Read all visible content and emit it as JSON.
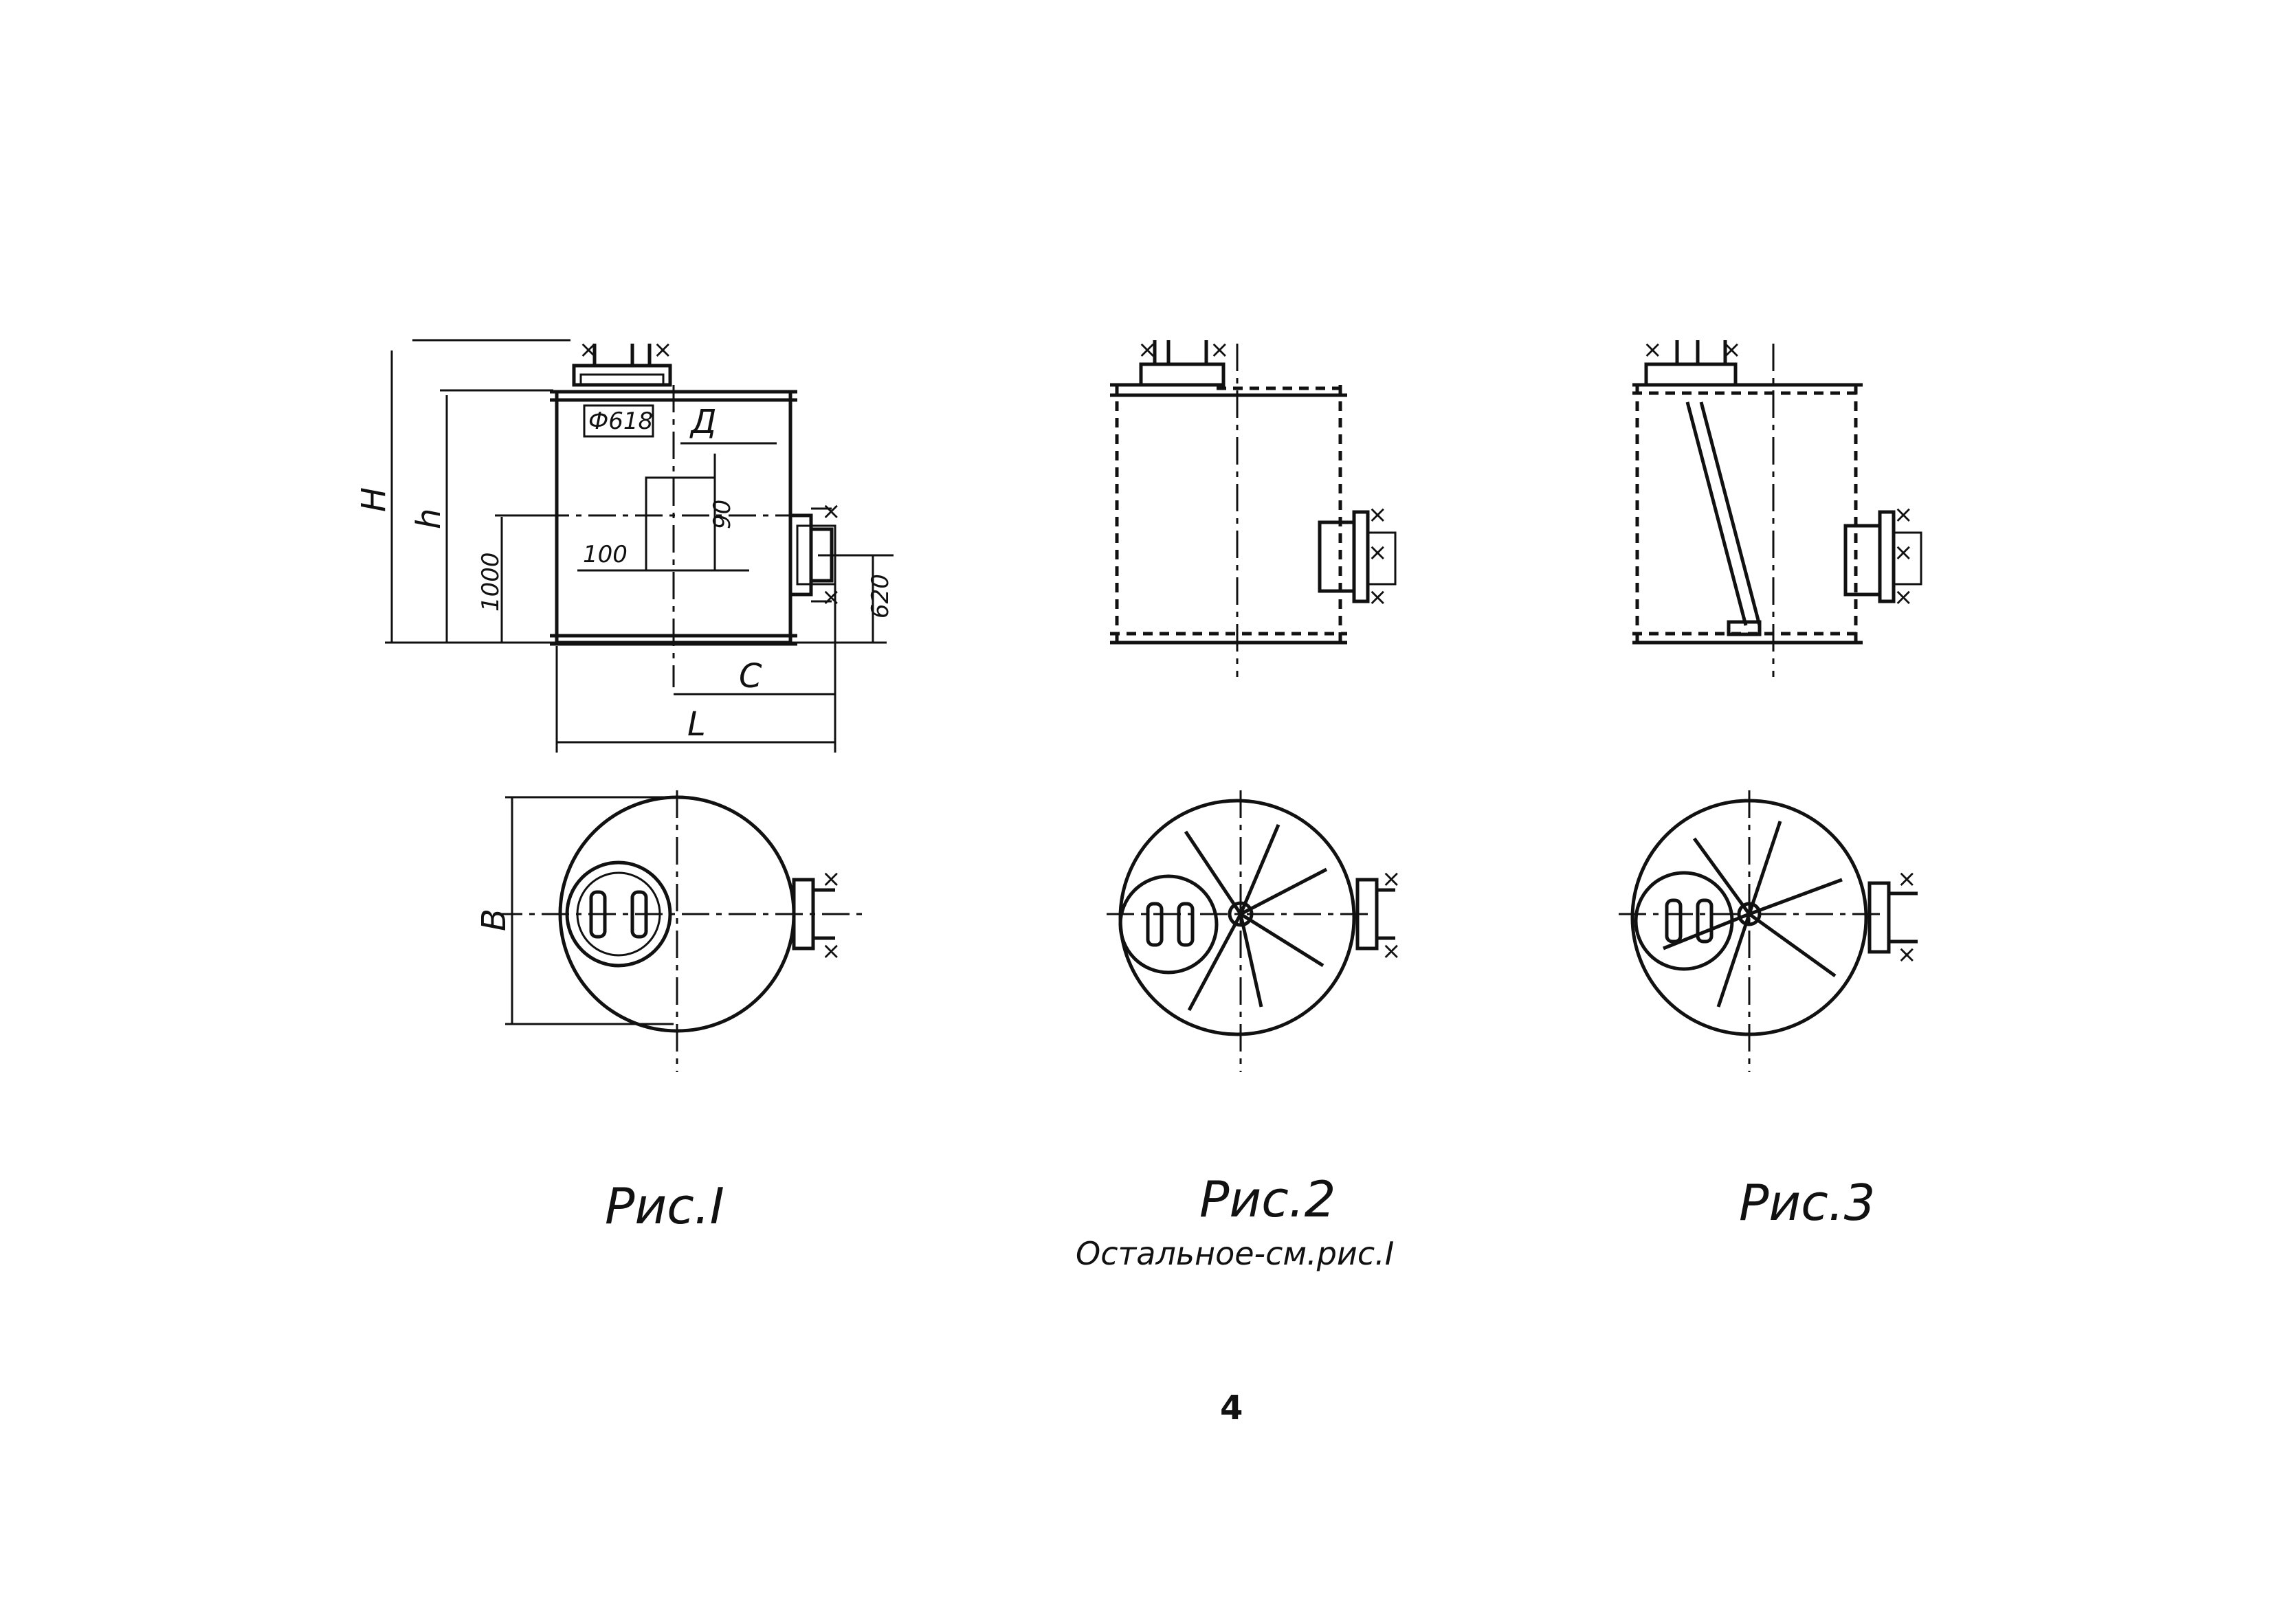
{
  "figure1": {
    "caption": "Рис.I",
    "dims": {
      "dia": "Ф618",
      "D": "Д",
      "d90": "90",
      "d100": "100",
      "d1000": "1000",
      "d620": "620",
      "C": "С",
      "L": "L",
      "H": "Н",
      "h": "h",
      "B": "В"
    }
  },
  "figure2": {
    "caption": "Рис.2",
    "note": "Остальное-см.рис.I"
  },
  "figure3": {
    "caption": "Рис.3"
  },
  "page_number": "4"
}
